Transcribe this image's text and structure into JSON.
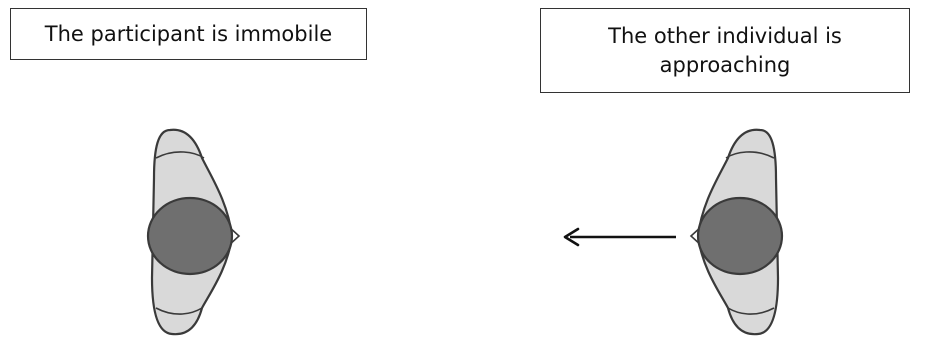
{
  "labels": {
    "left_line1": "The participant is immobile",
    "right_line1": "The other individual is",
    "right_line2": "approaching"
  },
  "figures": {
    "participant": {
      "facing": "right",
      "state": "immobile"
    },
    "other_individual": {
      "facing": "left",
      "state": "approaching"
    }
  },
  "colors": {
    "body_fill": "#d9d9d9",
    "head_fill": "#6f6f6f",
    "outline": "#3a3a3a",
    "arrow": "#111111"
  },
  "arrow": {
    "direction": "left"
  }
}
